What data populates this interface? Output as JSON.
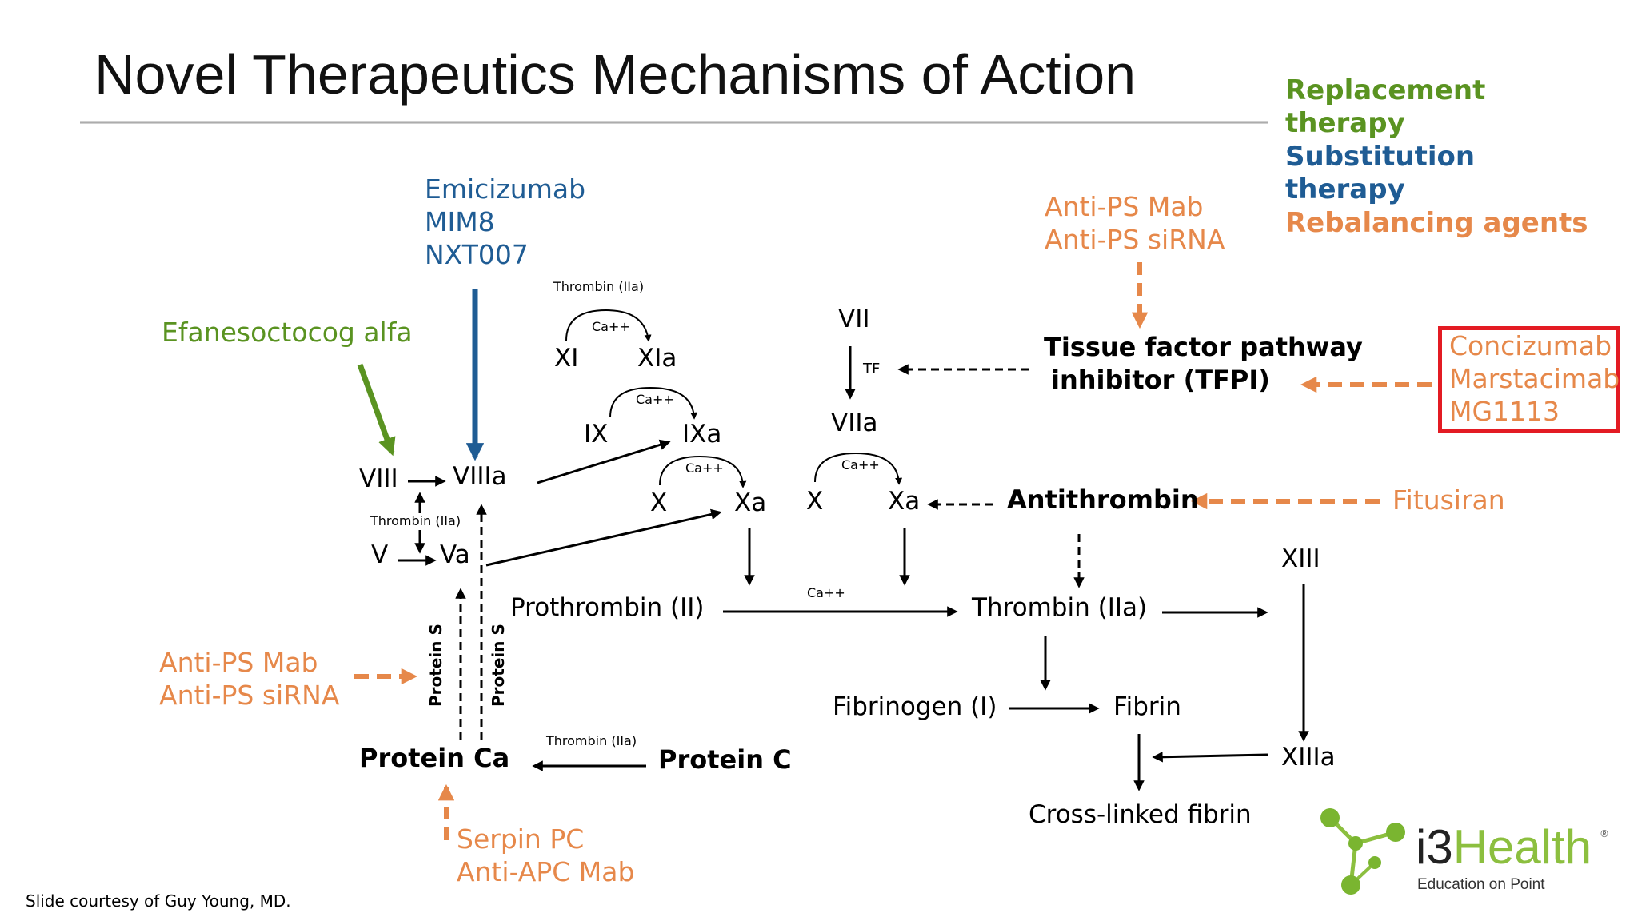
{
  "title": "Novel Therapeutics Mechanisms of Action",
  "legend": {
    "replacement": [
      "Replacement",
      "therapy"
    ],
    "substitution": [
      "Substitution",
      "therapy"
    ],
    "rebalancing": "Rebalancing agents"
  },
  "agents": {
    "emicizumab": [
      "Emicizumab",
      "MIM8",
      "NXT007"
    ],
    "efanesoctocog": "Efanesoctocog alfa",
    "anti_ps_top": [
      "Anti-PS Mab",
      "Anti-PS siRNA"
    ],
    "anti_ps_left": [
      "Anti-PS Mab",
      "Anti-PS siRNA"
    ],
    "concizumab": [
      "Concizumab",
      "Marstacimab",
      "MG1113"
    ],
    "fitusiran": "Fitusiran",
    "serpin": [
      "Serpin PC",
      "Anti-APC Mab"
    ]
  },
  "nodes": {
    "viii": "VIII",
    "viiia": "VIIIa",
    "v": "V",
    "va": "Va",
    "xi": "XI",
    "xia": "XIa",
    "ix": "IX",
    "ixa": "IXa",
    "x1": "X",
    "xa1": "Xa",
    "x2": "X",
    "xa2": "Xa",
    "vii": "VII",
    "viia": "VIIa",
    "tf": "TF",
    "tfpi": [
      "Tissue factor pathway",
      "inhibitor (TFPI)"
    ],
    "antithrombin": "Antithrombin",
    "prothrombin": "Prothrombin (II)",
    "thrombin": "Thrombin (IIa)",
    "fibrinogen": "Fibrinogen (I)",
    "fibrin": "Fibrin",
    "crosslinked": "Cross-linked fibrin",
    "xiii": "XIII",
    "xiiia": "XIIIa",
    "protein_ca": "Protein Ca",
    "protein_c": "Protein C",
    "protein_s1": "Protein S",
    "protein_s2": "Protein S"
  },
  "labels": {
    "thrombin_iia_top": "Thrombin (IIa)",
    "thrombin_iia_left": "Thrombin (IIa)",
    "thrombin_iia_bottom": "Thrombin (IIa)",
    "ca_xi": "Ca++",
    "ca_ix": "Ca++",
    "ca_x1": "Ca++",
    "ca_x2": "Ca++",
    "ca_pro": "Ca++"
  },
  "footer": {
    "credit": "Slide courtesy of Guy Young, MD."
  },
  "logo": {
    "name": "i3Health",
    "tagline": "Education on Point",
    "mark": "®"
  },
  "colors": {
    "green": "#5a9321",
    "blue": "#1f5c94",
    "orange": "#e6884a",
    "red": "#e31b23"
  }
}
